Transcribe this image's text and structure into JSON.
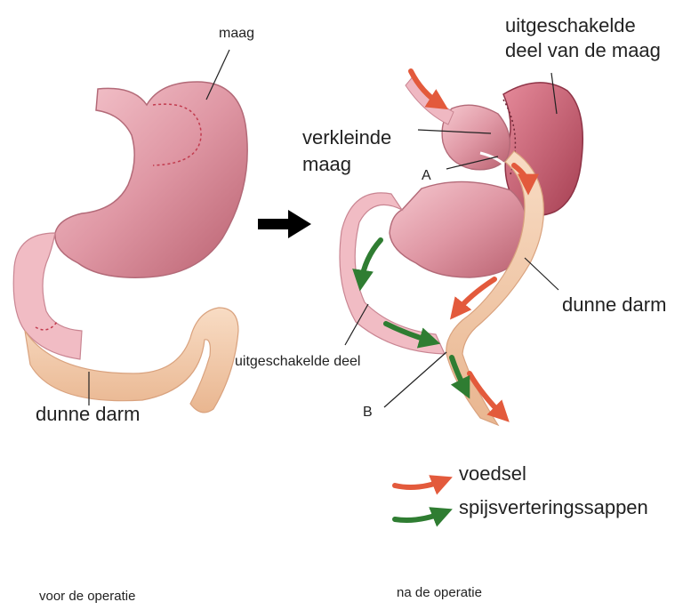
{
  "labels": {
    "maag": "maag",
    "dunne_darm_before": "dunne darm",
    "uitgeschakelde_maag": [
      "uitgeschakelde",
      "deel van de maag"
    ],
    "verkleinde_maag": [
      "verkleinde",
      "maag"
    ],
    "point_a": "A",
    "point_b": "B",
    "dunne_darm_after": "dunne darm",
    "uitgeschakelde_deel": "uitgeschakelde deel"
  },
  "legend": {
    "voedsel": "voedsel",
    "sappen": "spijsverteringssappen"
  },
  "captions": {
    "before": "voor de operatie",
    "after": "na de operatie"
  },
  "colors": {
    "stomach": "#d98a98",
    "intestine": "#f2c9a8",
    "food_arrow": "#e35a3c",
    "juice_arrow": "#2f7d32"
  }
}
